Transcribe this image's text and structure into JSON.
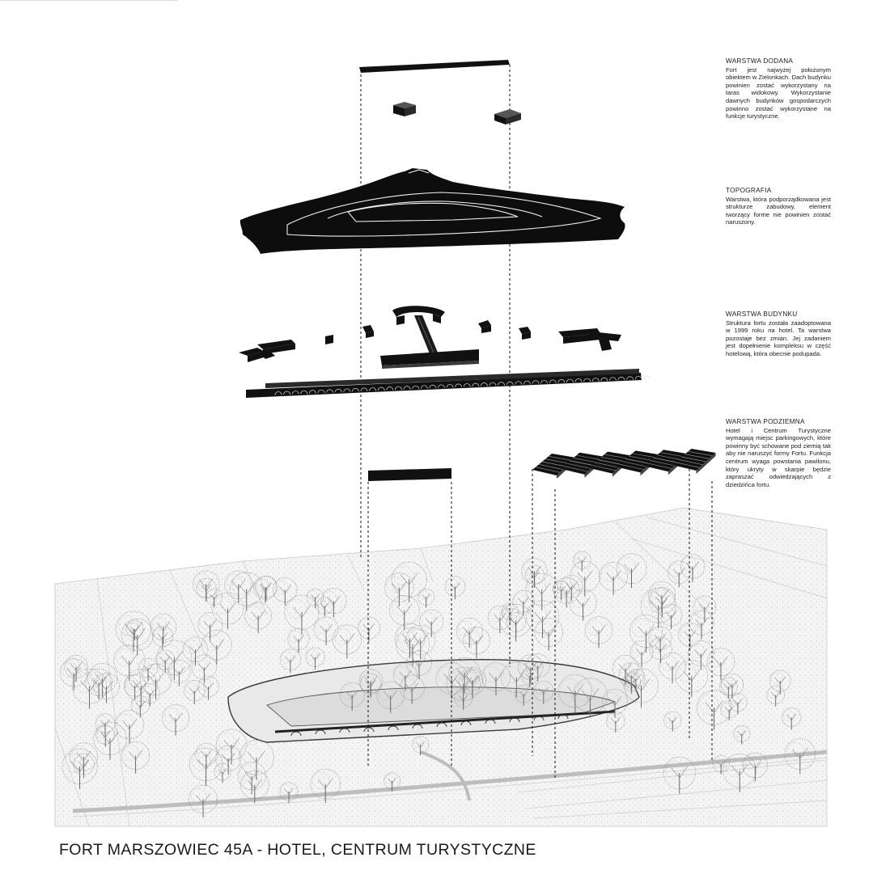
{
  "title": "FORT MARSZOWIEC 45A - HOTEL, CENTRUM TURYSTYCZNE",
  "layers": [
    {
      "heading": "WARSTWA DODANA",
      "text": "Fort jest najwyżej położonym obiektem w Zielonkach. Dach budynku powinien zostać wykorzystany na taras widokowy. Wykorzystanie dawnych budynków gospodarczych powinno zostać wykorzystane na funkcje turystyczne."
    },
    {
      "heading": "TOPOGRAFIA",
      "text": "Warstwa, która podporządkowana jest strukturze zabudowy, element tworzący forme nie powinien zostać naruszony."
    },
    {
      "heading": "WARSTWA BUDYNKU",
      "text": "Struktura fortu została zaadoptowana w 1999 roku na hotel. Ta warstwa pozostaje bez zmian. Jej zadaniem jest dopełnienie kompleksu w część hotelową, która obecnie podupada."
    },
    {
      "heading": "WARSTWA PODZIEMNA",
      "text": "Hotel i Centrum Turystyczne wymagają miejsc parkingowych, które powinny być schowane pod ziemią tak aby nie naruszyć formy Fortu. Funkcja centrum wyaga powstania pawilonu, który ukryty w skarpie będzie zapraszać odwiedzających z dziedzińca fortu."
    }
  ],
  "colors": {
    "ink": "#111111",
    "paper": "#ffffff",
    "ground": "#f1f1f1",
    "tree": "#8a8a8a"
  }
}
